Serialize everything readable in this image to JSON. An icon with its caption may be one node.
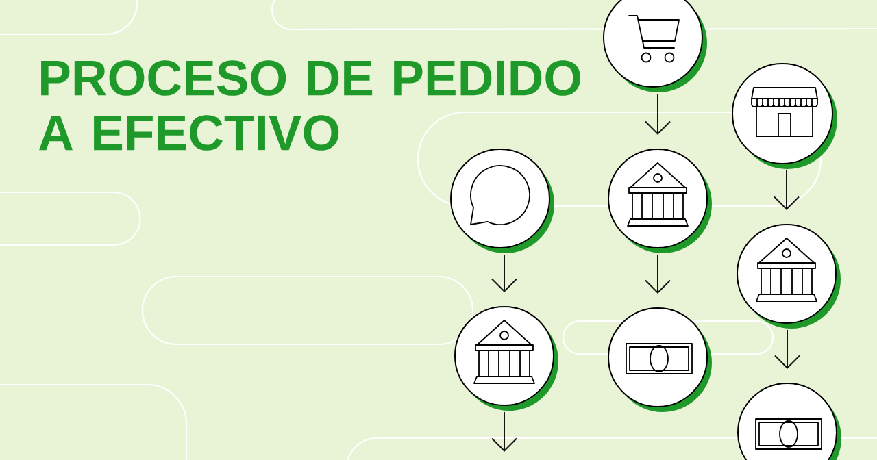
{
  "diagram": {
    "title": "PROCESO DE PEDIDO A EFECTIVO",
    "nodes": [
      {
        "text": [],
        "shape": "circle"
      },
      {
        "text": [],
        "shape": "circle"
      },
      {
        "text": [],
        "shape": "circle"
      },
      {
        "text": [],
        "shape": "circle"
      },
      {
        "text": [],
        "shape": "circle"
      },
      {
        "text": [],
        "shape": "circle"
      },
      {
        "text": [],
        "shape": "circle"
      },
      {
        "text": [],
        "shape": "circle"
      }
    ],
    "edges": [
      {
        "from": 0,
        "to": 1,
        "arrow": "to"
      },
      {
        "from": 1,
        "to": null,
        "arrow": "to"
      },
      {
        "from": 2,
        "to": 3,
        "arrow": "to"
      },
      {
        "from": 3,
        "to": 4,
        "arrow": "to"
      },
      {
        "from": 5,
        "to": 6,
        "arrow": "to"
      },
      {
        "from": 6,
        "to": 7,
        "arrow": "to"
      }
    ]
  }
}
